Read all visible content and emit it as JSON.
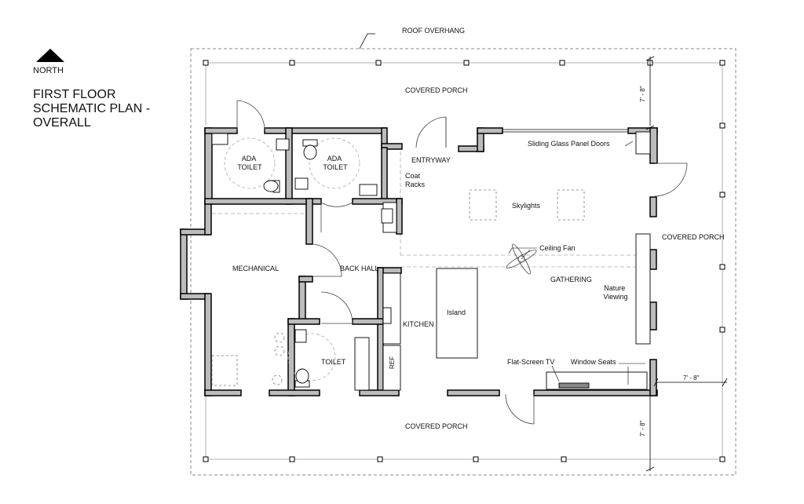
{
  "north": "NORTH",
  "title_lines": [
    "FIRST FLOOR",
    "SCHEMATIC PLAN -",
    "OVERALL"
  ],
  "labels": {
    "roof_overhang": "ROOF OVERHANG",
    "covered_porch_north": "COVERED PORCH",
    "covered_porch_east": "COVERED PORCH",
    "covered_porch_south": "COVERED PORCH",
    "ada_toilet_1": [
      "ADA",
      "TOILET"
    ],
    "ada_toilet_2": [
      "ADA",
      "TOILET"
    ],
    "entryway": "ENTRYWAY",
    "coat_racks": [
      "Coat",
      "Racks"
    ],
    "sliding_doors": "Sliding Glass Panel Doors",
    "skylights": "Skylights",
    "mechanical": "MECHANICAL",
    "back_hall": "BACK HALL",
    "ceiling_fan": "Ceiling Fan",
    "gathering": "GATHERING",
    "nature_viewing": [
      "Nature",
      "Viewing"
    ],
    "kitchen": "KITCHEN",
    "island": "Island",
    "ref": "REF",
    "toilet": "TOILET",
    "flat_screen_tv": "Flat-Screen TV",
    "window_seats": "Window Seats"
  },
  "dimensions": {
    "north_overhang": "7' - 8\"",
    "east_overhang": "7' - 8\"",
    "south_overhang": "7' - 8\""
  }
}
